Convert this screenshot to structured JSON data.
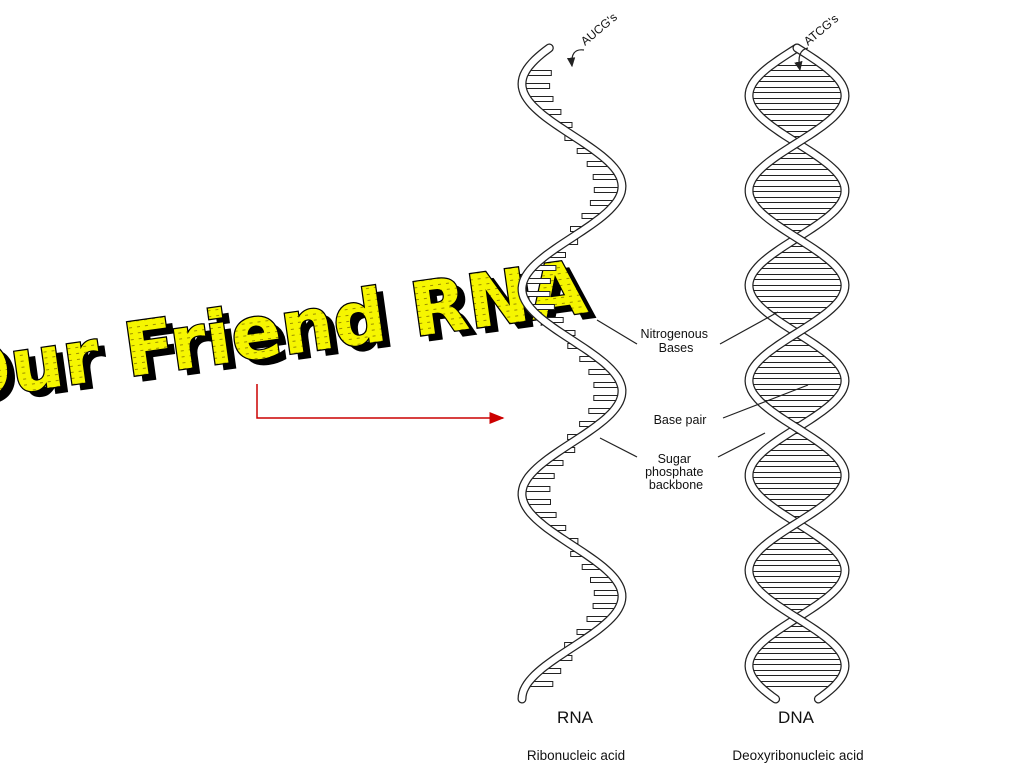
{
  "title": "Our Friend RNA",
  "colors": {
    "title_fill": "#f6f600",
    "title_stroke": "#000000",
    "pointer_arrow": "#cc0000",
    "line_art": "#222222"
  },
  "diagram": {
    "rna": {
      "name": "RNA",
      "full_name": "Ribonucleic acid",
      "top_label": "AUCG's"
    },
    "dna": {
      "name": "DNA",
      "full_name": "Deoxyribonucleic acid",
      "top_label": "ATCG's"
    },
    "callouts": {
      "nitrogenous_bases": [
        "Nitrogenous",
        "Bases"
      ],
      "base_pair": "Base pair",
      "backbone": [
        "Sugar",
        "phosphate",
        "backbone"
      ]
    }
  }
}
